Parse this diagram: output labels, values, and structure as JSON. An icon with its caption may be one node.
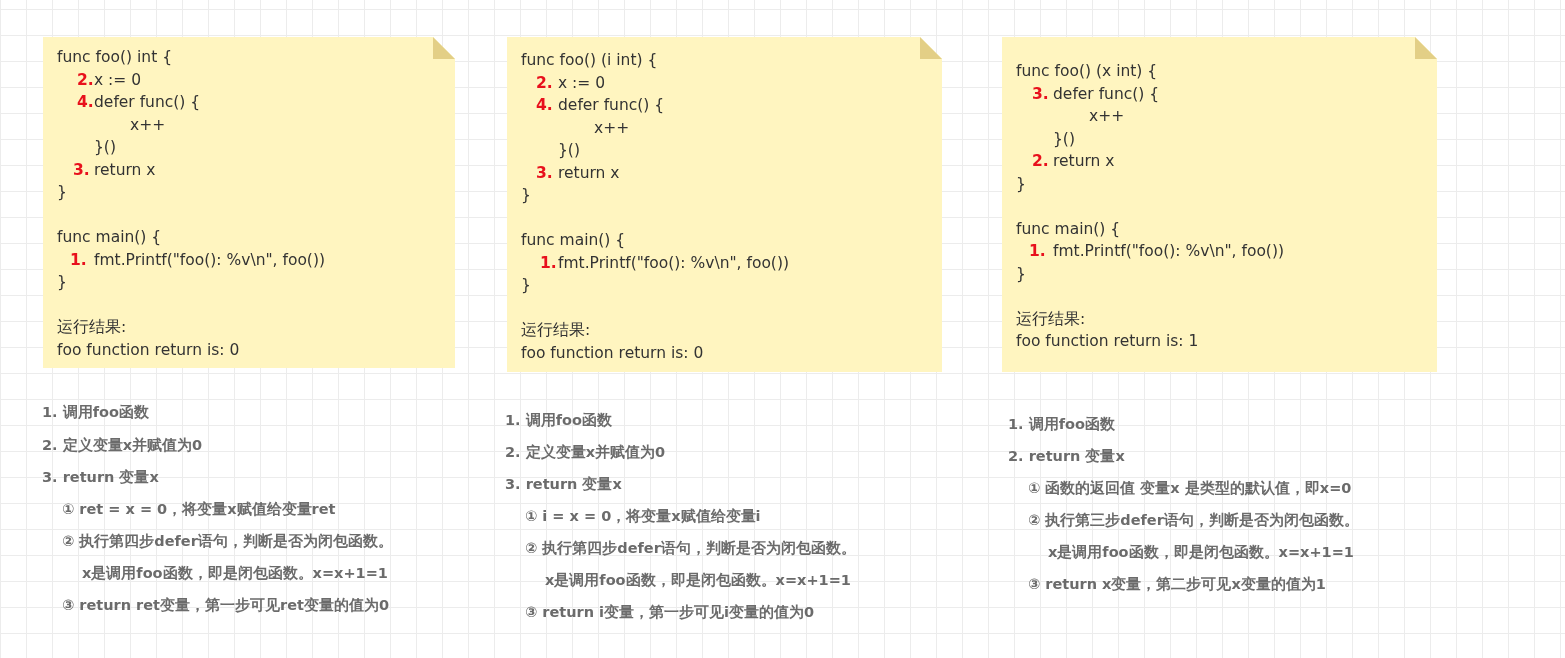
{
  "diagram": {
    "nodes": [
      {
        "text": [
          "func foo() int {",
          "2.",
          "x := 0",
          "4.",
          "defer func() {",
          "x++",
          "}()",
          "3.",
          "return x",
          "}",
          "func main() {",
          "1.",
          "fmt.Printf(\"foo(): %v\\n\", foo())",
          "}",
          "运行结果:",
          "foo function return is: 0"
        ]
      },
      {
        "text": [
          "func foo() (i int) {",
          "2.",
          "x := 0",
          "4.",
          "defer func() {",
          "x++",
          "}()",
          "3.",
          "return x",
          "}",
          "func main() {",
          "1.",
          "fmt.Printf(\"foo(): %v\\n\", foo())",
          "}",
          "运行结果:",
          "foo function return is: 0"
        ]
      },
      {
        "text": [
          "func foo() (x int) {",
          "3.",
          "defer func() {",
          "x++",
          "}()",
          "2.",
          "return x",
          "}",
          "func main() {",
          "1.",
          "fmt.Printf(\"foo(): %v\\n\", foo())",
          "}",
          "运行结果:",
          "foo function return is: 1"
        ]
      }
    ],
    "labels": [
      "1. 调用foo函数",
      "2. 定义变量x并赋值为0",
      "3. return 变量x",
      "① ret = x = 0，将变量x赋值给变量ret",
      "② 执行第四步defer语句，判断是否为闭包函数。x是调用foo函数，即是闭包函数。x=x+1=1",
      "③ return ret变量，第一步可见ret变量的值为0",
      "1. 调用foo函数",
      "2. 定义变量x并赋值为0",
      "3. return 变量x",
      "① i = x = 0，将变量x赋值给变量i",
      "② 执行第四步defer语句，判断是否为闭包函数。x是调用foo函数，即是闭包函数。x=x+1=1",
      "③ return i变量，第一步可见i变量的值为0",
      "1. 调用foo函数",
      "2. return 变量x",
      "① 函数的返回值 变量x 是类型的默认值，即x=0",
      "② 执行第三步defer语句，判断是否为闭包函数。x是调用foo函数，即是闭包函数。x=x+1=1",
      "③ return x变量，第二步可见x变量的值为1"
    ]
  }
}
